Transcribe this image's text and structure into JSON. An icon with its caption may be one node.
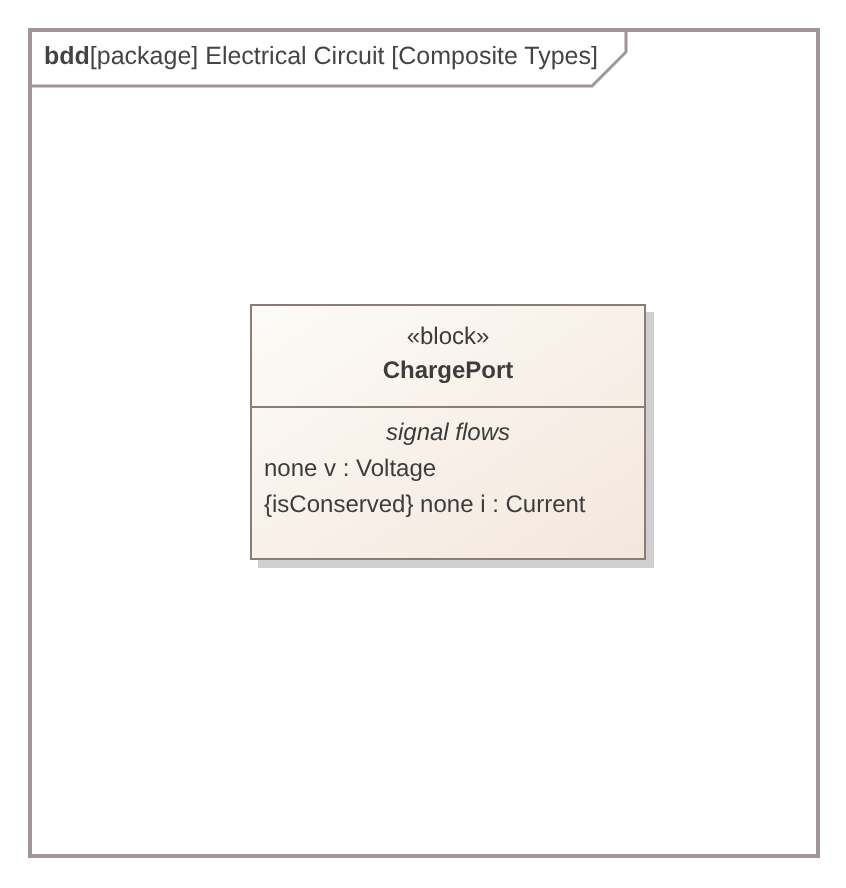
{
  "diagram": {
    "nodes": [
      {
        "text": [
          "**bdd**[package] Electrical Circuit [Composite Types]"
        ]
      },
      {
        "text": [
          "«block»",
          "ChargePort",
          "signal flows",
          "none v : Voltage",
          "{isConserved} none i : Current"
        ],
        "in": 0
      }
    ]
  }
}
